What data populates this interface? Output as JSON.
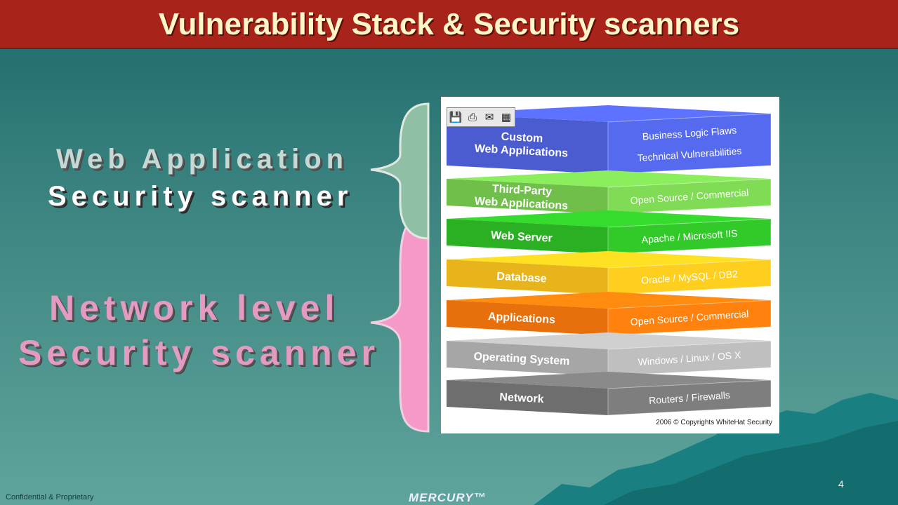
{
  "slide": {
    "title": "Vulnerability Stack & Security scanners",
    "web_scanner": {
      "line1": "Web Application",
      "line2": "Security scanner"
    },
    "network_scanner": {
      "line1": "Network level",
      "line2": "Security scanner"
    },
    "page_number": "4",
    "footer_left": "Confidential & Proprietary",
    "logo_text": "MERCURY™"
  },
  "stack_figure": {
    "toolbar_icons": [
      "save-icon",
      "print-icon",
      "email-icon",
      "image-icon"
    ],
    "layers": [
      {
        "left": "Custom\nWeb Applications",
        "right": [
          "Business Logic Flaws",
          "Technical Vulnerabilities"
        ],
        "color": "#4a5cd0"
      },
      {
        "left": "Third-Party\nWeb Applications",
        "right": [
          "Open Source / Commercial"
        ],
        "color": "#6fbf4a"
      },
      {
        "left": "Web Server",
        "right": [
          "Apache / Microsoft IIS"
        ],
        "color": "#2bb024"
      },
      {
        "left": "Database",
        "right": [
          "Oracle / MySQL / DB2"
        ],
        "color": "#e8b41c"
      },
      {
        "left": "Applications",
        "right": [
          "Open Source / Commercial"
        ],
        "color": "#e8700c"
      },
      {
        "left": "Operating System",
        "right": [
          "Windows / Linux / OS X"
        ],
        "color": "#a6a6a6"
      },
      {
        "left": "Network",
        "right": [
          "Routers / Firewalls"
        ],
        "color": "#6e6e6e"
      }
    ],
    "copyright": "2006 © Copyrights WhiteHat Security"
  },
  "colors": {
    "title_bar": "#a8241a",
    "web_brace": "#8fbfa4",
    "network_brace": "#f59ac8"
  }
}
